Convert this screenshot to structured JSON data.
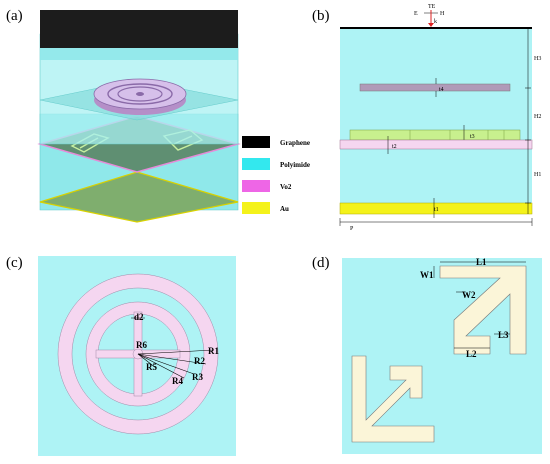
{
  "panels": {
    "a": {
      "label": "(a)"
    },
    "b": {
      "label": "(b)"
    },
    "c": {
      "label": "(c)"
    },
    "d": {
      "label": "(d)"
    }
  },
  "legend": [
    {
      "label": "Graphene",
      "color": "#000000"
    },
    {
      "label": "Polyimide",
      "color": "#33e8ee"
    },
    {
      "label": "Vo2",
      "color": "#ee66e6"
    },
    {
      "label": "Au",
      "color": "#f4f21a"
    }
  ],
  "cross_section": {
    "wave_labels": {
      "te": "TE",
      "e": "E",
      "h": "H",
      "k": "k"
    },
    "dims": {
      "h3": "H3",
      "h2": "H2",
      "h1": "H1",
      "t4": "t4",
      "t3": "t3",
      "t2": "t2",
      "t1": "t1",
      "p": "P"
    }
  },
  "rings": {
    "labels": {
      "d2": "d2",
      "r1": "R1",
      "r2": "R2",
      "r3": "R3",
      "r4": "R4",
      "r5": "R5",
      "r6": "R6"
    }
  },
  "arrows": {
    "labels": {
      "l1": "L1",
      "w1": "W1",
      "w2": "W2",
      "l2": "L2",
      "l3": "L3"
    }
  },
  "colors": {
    "substrate": "#aef3f5",
    "polyimide_box": "#8fe8ea",
    "pink": "#f5d6f0",
    "cream": "#fbf5d8",
    "green": "#c8f08e"
  }
}
